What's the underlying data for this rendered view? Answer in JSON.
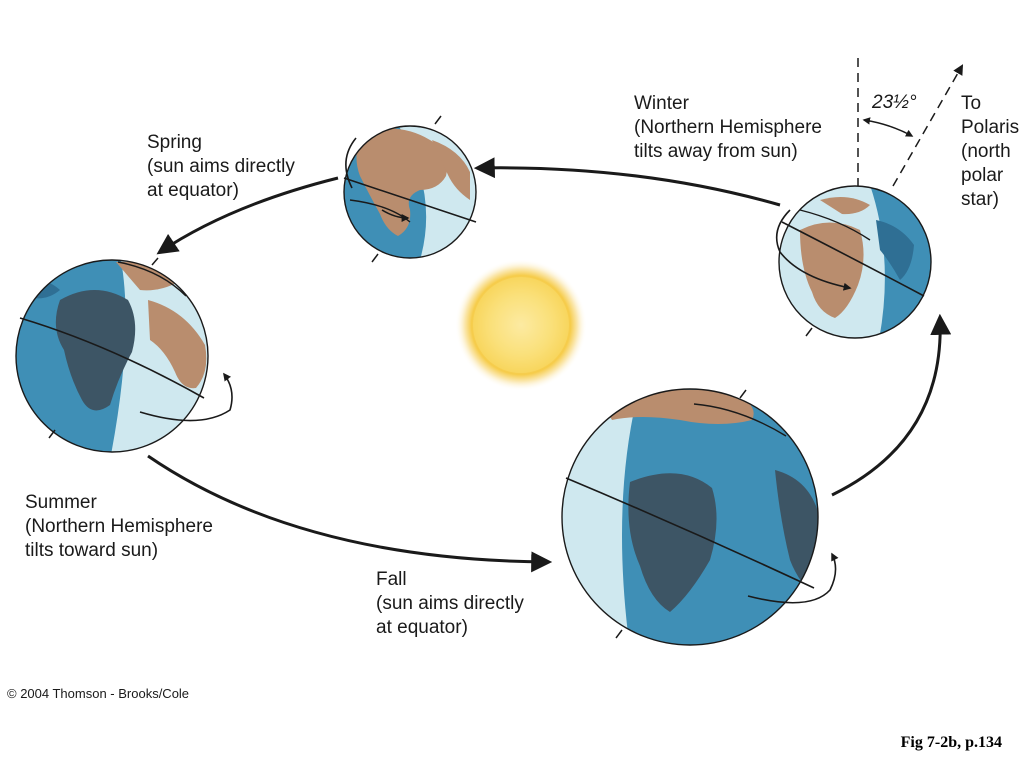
{
  "colors": {
    "ocean": "#3f8fb6",
    "night_ocean": "#2f6f94",
    "lit_ocean": "#cfe8ef",
    "land": "#b98d6e",
    "night_land": "#3d5565",
    "sun_core": "#f8d54a",
    "sun_glow": "#fdf1c8",
    "outline": "#1a1a1a"
  },
  "seasons": {
    "spring": {
      "name": "Spring",
      "line1": "(sun aims directly",
      "line2": "at equator)"
    },
    "winter": {
      "name": "Winter",
      "line1": "(Northern Hemisphere",
      "line2": "tilts away from sun)"
    },
    "summer": {
      "name": "Summer",
      "line1": "(Northern Hemisphere",
      "line2": "tilts toward sun)"
    },
    "fall": {
      "name": "Fall",
      "line1": "(sun aims directly",
      "line2": "at equator)"
    }
  },
  "polaris": {
    "line1": "To",
    "line2": "Polaris",
    "line3": "(north",
    "line4": "polar",
    "line5": "star)"
  },
  "tilt_angle": "23½°",
  "copyright": "© 2004 Thomson - Brooks/Cole",
  "figure_ref": "Fig 7-2b, p.134"
}
